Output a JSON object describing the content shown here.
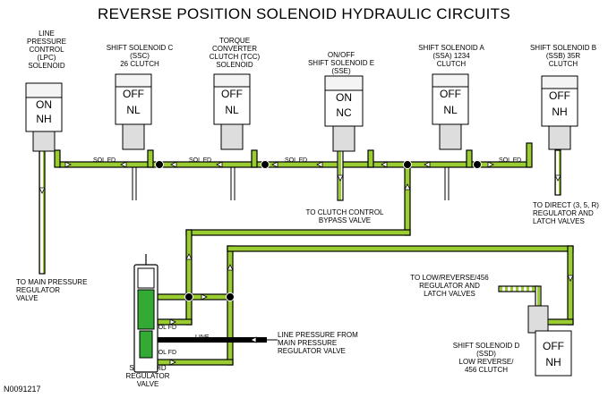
{
  "title": "REVERSE POSITION SOLENOID HYDRAULIC CIRCUITS",
  "figure_id": "N0091217",
  "colors": {
    "sol_fd_fill": "#9acd32",
    "line_pressure": "#000000",
    "outline": "#000000",
    "solenoid_body": "#f4f4f4",
    "valve_highlight": "#33aa33"
  },
  "solenoids": [
    {
      "label": "LINE\nPRESSURE\nCONTROL\n(LPC)\nSOLENOID",
      "state1": "ON",
      "state2": "NH"
    },
    {
      "label": "SHIFT SOLENOID C\n(SSC)\n26 CLUTCH",
      "state1": "OFF",
      "state2": "NL"
    },
    {
      "label": "TORQUE\nCONVERTER\nCLUTCH (TCC)\nSOLENOID",
      "state1": "OFF",
      "state2": "NL"
    },
    {
      "label": "ON/OFF\nSHIFT SOLENOID E\n(SSE)",
      "state1": "ON",
      "state2": "NC"
    },
    {
      "label": "SHIFT SOLENOID A\n(SSA) 1234\nCLUTCH",
      "state1": "OFF",
      "state2": "NL"
    },
    {
      "label": "SHIFT SOLENOID B\n(SSB) 35R\nCLUTCH",
      "state1": "OFF",
      "state2": "NH"
    },
    {
      "label": "SHIFT SOLENOID D\n(SSD)\nLOW REVERSE/\n456 CLUTCH",
      "state1": "OFF",
      "state2": "NH"
    }
  ],
  "line_labels": {
    "sol_fd": "SOL FD",
    "line": "LINE"
  },
  "callouts": {
    "main_pressure": "TO MAIN PRESSURE\nREGULATOR\nVALVE",
    "clutch_control": "TO CLUTCH CONTROL\nBYPASS VALVE",
    "direct": "TO DIRECT (3, 5, R)\nREGULATOR AND\nLATCH VALVES",
    "low_reverse": "TO LOW/REVERSE/456\nREGULATOR AND\nLATCH VALVES",
    "line_pressure_from": "LINE PRESSURE FROM\nMAIN PRESSURE\nREGULATOR VALVE",
    "solenoid_regulator": "SOLENOID\nREGULATOR\nVALVE"
  }
}
